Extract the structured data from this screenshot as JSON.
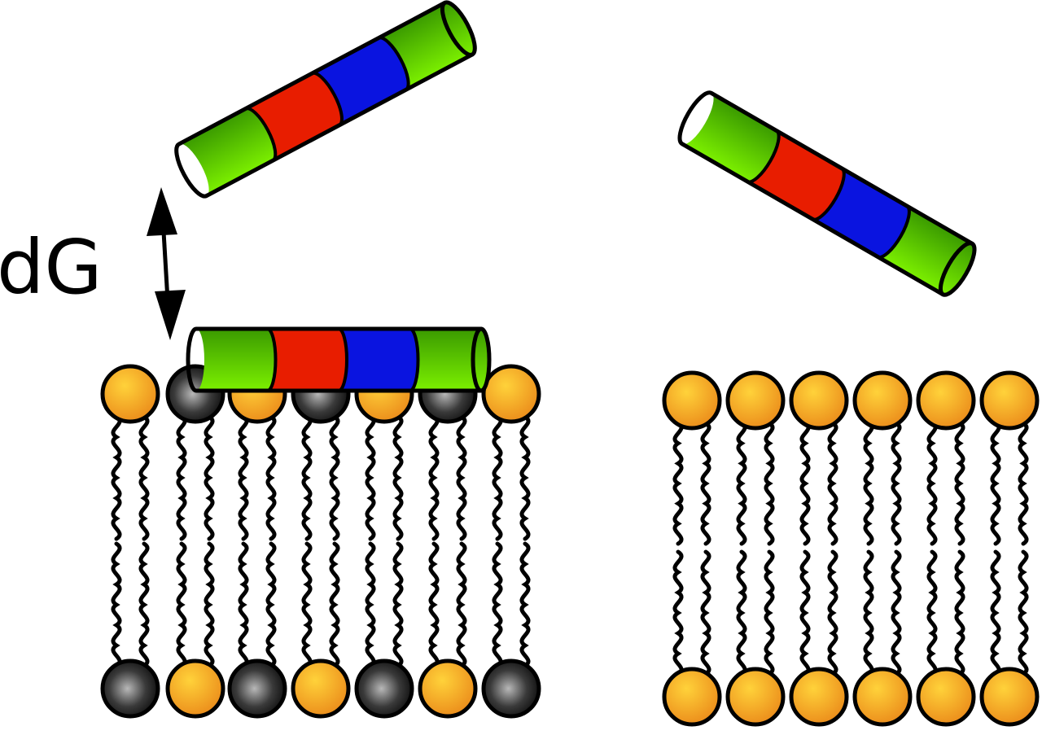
{
  "label": {
    "text": "dG"
  },
  "colors": {
    "green": "#3fae00",
    "green_light": "#7cf000",
    "red": "#e81d00",
    "blue": "#0a14e0",
    "orange": "#f0a020",
    "orange_light": "#ffd23a",
    "dark": "#111111",
    "dark_light": "#a8a8a8",
    "outline": "#000000"
  },
  "left_membrane": {
    "top_row": [
      "orange",
      "dark",
      "orange",
      "dark",
      "orange",
      "dark",
      "orange"
    ],
    "bottom_row": [
      "dark",
      "orange",
      "dark",
      "orange",
      "dark",
      "orange",
      "dark"
    ]
  },
  "right_membrane": {
    "top_row": [
      "orange",
      "orange",
      "orange",
      "orange",
      "orange",
      "orange"
    ],
    "bottom_row": [
      "orange",
      "orange",
      "orange",
      "orange",
      "orange",
      "orange"
    ]
  },
  "helix_segments": [
    "green",
    "red",
    "blue",
    "green"
  ]
}
